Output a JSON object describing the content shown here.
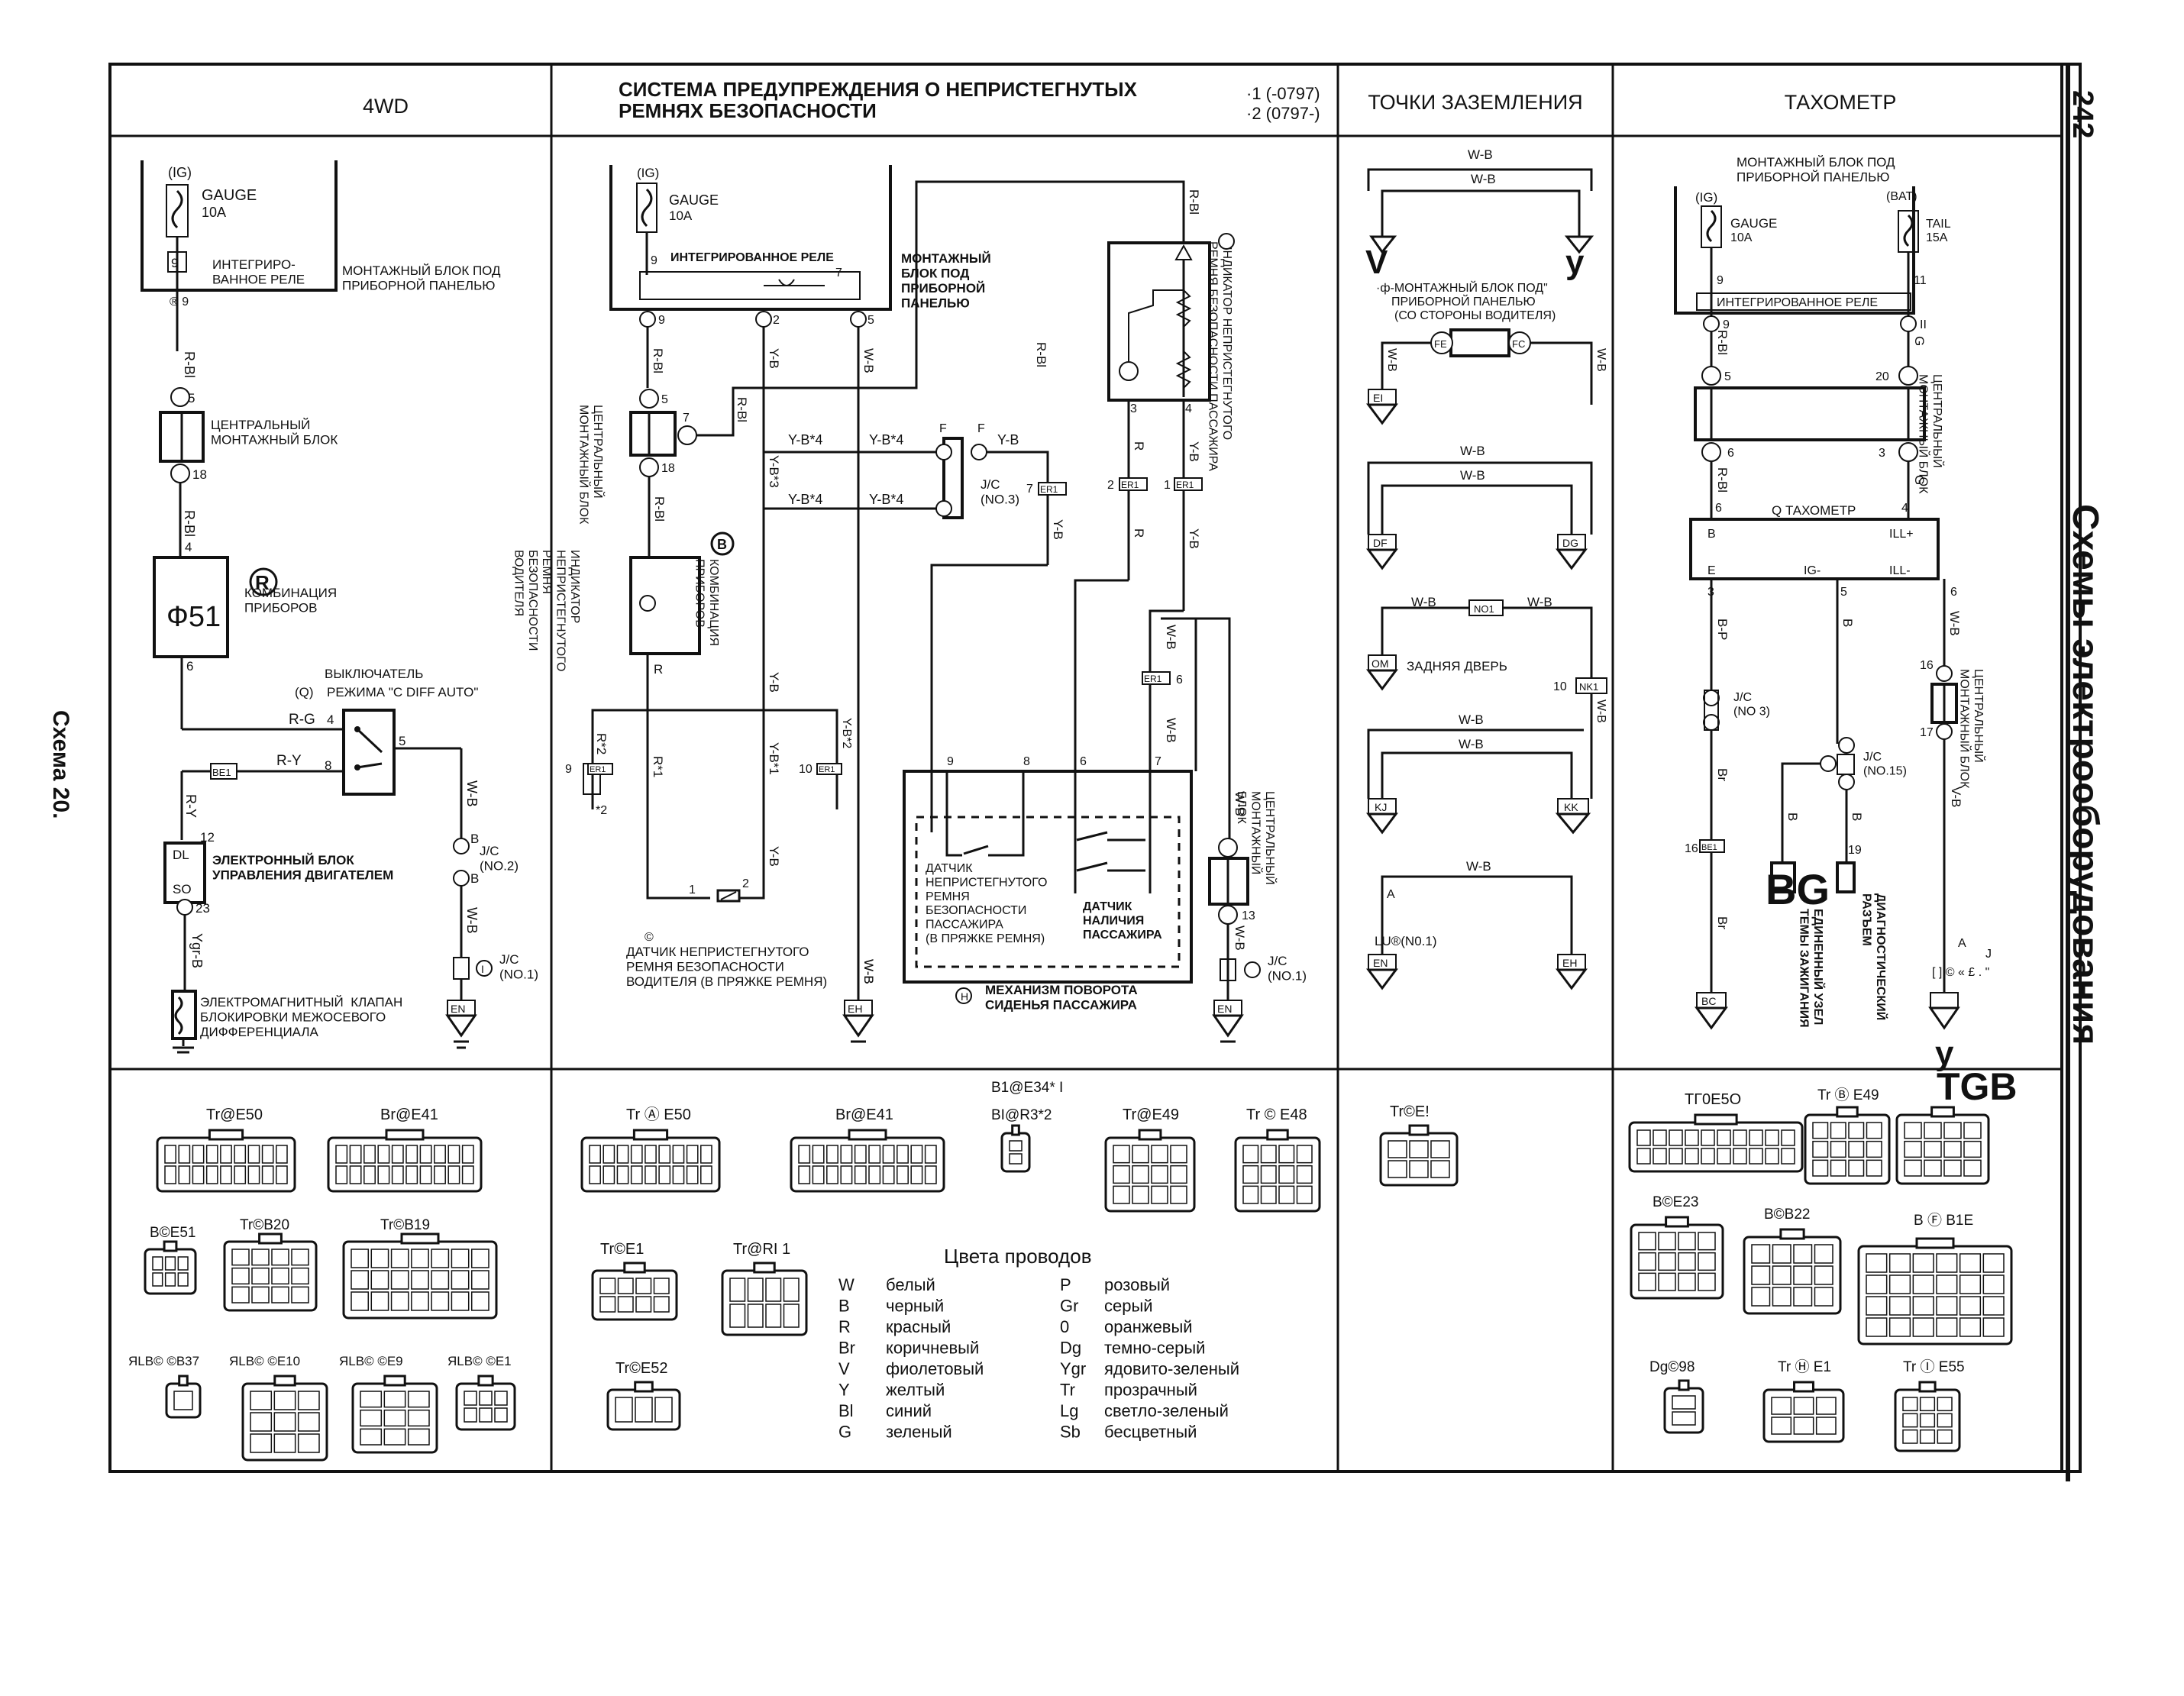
{
  "page": {
    "number": "242",
    "side_title": "Схемы электрооборудования",
    "scheme_label": "Схема 20."
  },
  "headers": {
    "h4wd": "4WD",
    "seatbelt_line1": "СИСТЕМА ПРЕДУПРЕЖДЕНИЯ О НЕПРИСТЕГНУТЫХ",
    "seatbelt_line2": "РЕМНЯХ БЕЗОПАСНОСТИ",
    "variant1": "·1 (-0797)",
    "variant2": "·2 (0797-)",
    "ground": "ТОЧКИ ЗАЗЕМЛЕНИЯ",
    "tacho": "ТАХОМЕТР"
  },
  "s4wd": {
    "fuse_ig": "(IG)",
    "fuse_name": "GAUGE",
    "fuse_amp": "10A",
    "relay_label": "ИНТЕГРИРО-\nВАННОЕ РЕЛЕ",
    "block_label": "МОНТАЖНЫЙ БЛОК ПОД\nПРИБОРНОЙ ПАНЕЛЬЮ",
    "wire_rbl": "R-Bl",
    "central_block": "ЦЕНТРАЛЬНЫЙ\nМОНТАЖНЫЙ БЛОК",
    "combi_code": "R",
    "combi_name": "КОМБИНАЦИЯ\nПРИБОРОВ",
    "combi_pin": "Ф51",
    "switch_title": "ВЫКЛЮЧАТЕЛЬ",
    "switch_name": "РЕЖИМА \"C DIFF AUTO\"",
    "wire_rg": "R-G",
    "wire_ry": "R-Y",
    "wire_wb": "W-B",
    "ecu_dl": "DL",
    "ecu_so": "SO",
    "ecu_label": "ЭЛЕКТРОННЫЙ БЛОК\nУПРАВЛЕНИЯ ДВИГАТЕЛЕМ",
    "jc2": "J/C\n(NO.2)",
    "jc1": "J/C\n(NO.1)",
    "wire_ygrb": "Ygr-B",
    "valve_label": "ЭЛЕКТРОМАГНИТНЫЙ  КЛАПАН\nБЛОКИРОВКИ МЕЖОСЕВОГО\nДИФФЕРЕНЦИАЛА",
    "ground_en": "EN",
    "conn_e50": "Tr@E50",
    "conn_e41": "Br@E41",
    "conn_e51": "B©E51",
    "conn_b20": "Tr©B20",
    "conn_b19": "Tr©B19",
    "conn_b37": "ЯLB© ©B37",
    "conn_e10": "ЯLB© ©E10",
    "conn_e9": "ЯLB© ©E9",
    "conn_e1": "ЯLB© ©E1"
  },
  "sbelt": {
    "fuse_ig": "(IG)",
    "fuse_name": "GAUGE",
    "fuse_amp": "10A",
    "relay_label": "ИНТЕГРИРОВАННОЕ РЕЛЕ",
    "block_label": "МОНТАЖНЫЙ\nБЛОК ПОД\nПРИБОРНОЙ\nПАНЕЛЬЮ",
    "wire_rbl": "R-Bl",
    "wire_yb": "Y-B",
    "wire_wb": "W-B",
    "wire_r": "R",
    "wire_yb4": "Y-B*4",
    "wire_yb3": "Y-B*3",
    "wire_yb2": "Y-B*2",
    "wire_yb1": "Y-B*1",
    "wire_r1": "R*1",
    "wire_r2": "R*2",
    "central_block": "ЦЕНТРАЛЬНЫЙ\nМОНТАЖНЫЙ БЛОК",
    "indicator_driver": "ИНДИКАТОР\nНЕПРИСТЕГНУТОГО\nРЕМНЯ\nБЕЗОПАСНОСТИ\nВОДИТЕЛЯ",
    "combi_code": "B",
    "combi_name": "КОМБИНАЦИЯ\nПРИБОРОВ",
    "jc3": "J/C\n(NO.3)",
    "indicator_pass": "ИНДИКАТОР НЕПРИСТЕГНУТОГО\nРЕМНЯ БЕЗОПАСНОСТИ ПАССАЖИРА",
    "sensor_driver": "ДАТЧИК НЕПРИСТЕГНУТОГО\nРЕМНЯ БЕЗОПАСНОСТИ\nВОДИТЕЛЯ (В ПРЯЖКЕ РЕМНЯ)",
    "sensor_pass": "ДАТЧИК\nНЕПРИСТЕГНУТОГО\nРЕМНЯ\nБЕЗОПАСНОСТИ\nПАССАЖИРА\n(В ПРЯЖКЕ РЕМНЯ)",
    "sensor_occ": "ДАТЧИК\nНАЛИЧИЯ\nПАССАЖИРА",
    "mechanism": "МЕХАНИЗМ ПОВОРОТА\nСИДЕНЬЯ ПАССАЖИРА",
    "central_block2": "ЦЕНТРАЛЬНЫЙ\nМОНТАЖНЫЙ\nБЛОК",
    "jc1": "J/C\n(NO.1)",
    "ground_eh": "EH",
    "ground_en": "EN",
    "conn_e50": "Tr Ⓐ E50",
    "conn_e41": "Br@E41",
    "conn_e34": "B1@E34* I\nBI@R3*2",
    "conn_e49": "Tr@E49",
    "conn_e48": "Tr © E48",
    "conn_e1": "Tr©E1",
    "conn_r1": "Tr@RI 1",
    "conn_e52": "Tr©E52"
  },
  "legend": {
    "title": "Цвета проводов",
    "rows": [
      {
        "code": "W",
        "name": "белый",
        "code2": "P",
        "name2": "розовый"
      },
      {
        "code": "B",
        "name": "черный",
        "code2": "Gr",
        "name2": "серый"
      },
      {
        "code": "R",
        "name": "красный",
        "code2": "0",
        "name2": "оранжевый"
      },
      {
        "code": "Br",
        "name": "коричневый",
        "code2": "Dg",
        "name2": "темно-серый"
      },
      {
        "code": "V",
        "name": "фиолетовый",
        "code2": "Ygr",
        "name2": "ядовито-зеленый"
      },
      {
        "code": "Y",
        "name": "желтый",
        "code2": "Tr",
        "name2": "прозрачный"
      },
      {
        "code": "Bl",
        "name": "синий",
        "code2": "Lg",
        "name2": "светло-зеленый"
      },
      {
        "code": "G",
        "name": "зеленый",
        "code2": "Sb",
        "name2": "бесцветный"
      }
    ]
  },
  "ground": {
    "big_v": "V",
    "big_y": "y",
    "wire_wb": "W-B",
    "block_label": "·ф-МОНТАЖНЫЙ БЛОК ПОД\"",
    "block_label2": "ПРИБОРНОЙ ПАНЕЛЬЮ",
    "block_label3": "(СО СТОРОНЫ ВОДИТЕЛЯ)",
    "pt_ei": "EI",
    "pt_df": "DF",
    "pt_dg": "DG",
    "pt_om": "OM",
    "rear_door": "ЗАДНЯЯ ДВЕРЬ",
    "pt_kj": "KJ",
    "pt_kk": "KK",
    "pt_en": "EN",
    "pt_eh": "EH",
    "jc_note": "LU®(N0.1)",
    "conn_fe": "FE",
    "conn_fc": "FC",
    "conn_no1": "NO1",
    "conn_nk1": "NK1",
    "conn_e1": "Tr©E!"
  },
  "tacho": {
    "block_label": "МОНТАЖНЫЙ БЛОК ПОД\nПРИБОРНОЙ ПАНЕЛЬЮ",
    "fuse_ig": "(IG)",
    "fuse_bat": "(BAT)",
    "fuse_gauge": "GAUGE",
    "fuse_gauge_amp": "10A",
    "fuse_tail": "TAIL",
    "fuse_tail_amp": "15A",
    "relay_label": "ИНТЕГРИРОВАННОЕ РЕЛЕ",
    "wire_rbl": "R-Bl",
    "wire_g": "G",
    "wire_bp": "B-P",
    "wire_b": "B",
    "wire_wb": "W-B",
    "wire_vb": "V-B",
    "wire_br": "Br",
    "central_block": "ЦЕНТРАЛЬНЫЙ\nМОНТАЖНЫЙ БЛОК",
    "tacho_name": "Q  ТАХОМЕТР",
    "pin_b": "B",
    "pin_ill": "ILL+",
    "pin_e": "E",
    "pin_ig": "IG-",
    "pin_ill2": "ILL-",
    "jc3": "J/C\n(NO 3)",
    "jc15": "J/C\n(NO.15)",
    "ignition": "ЕДИНЕННЫЙ УЗЕЛ\nТЕМЫ ЗАЖИГАНИЯ",
    "diag": "ДИАГНОСТИЧЕСКИЙ\nРАЗЪЕМ",
    "bg": "BG",
    "ground_bc": "BC",
    "note": "[ ] © « £ . \"",
    "big_y": "y",
    "tgb": "TGB",
    "conn_e50": "TГ0Е5О",
    "conn_e49": "Tr Ⓑ E49",
    "conn_e23": "B©E23",
    "conn_b22": "B©B22",
    "conn_b1e": "B Ⓕ B1E",
    "conn_98": "Dg©98",
    "conn_e1": "Tr Ⓗ E1",
    "conn_e55": "Tr Ⓘ E55"
  }
}
